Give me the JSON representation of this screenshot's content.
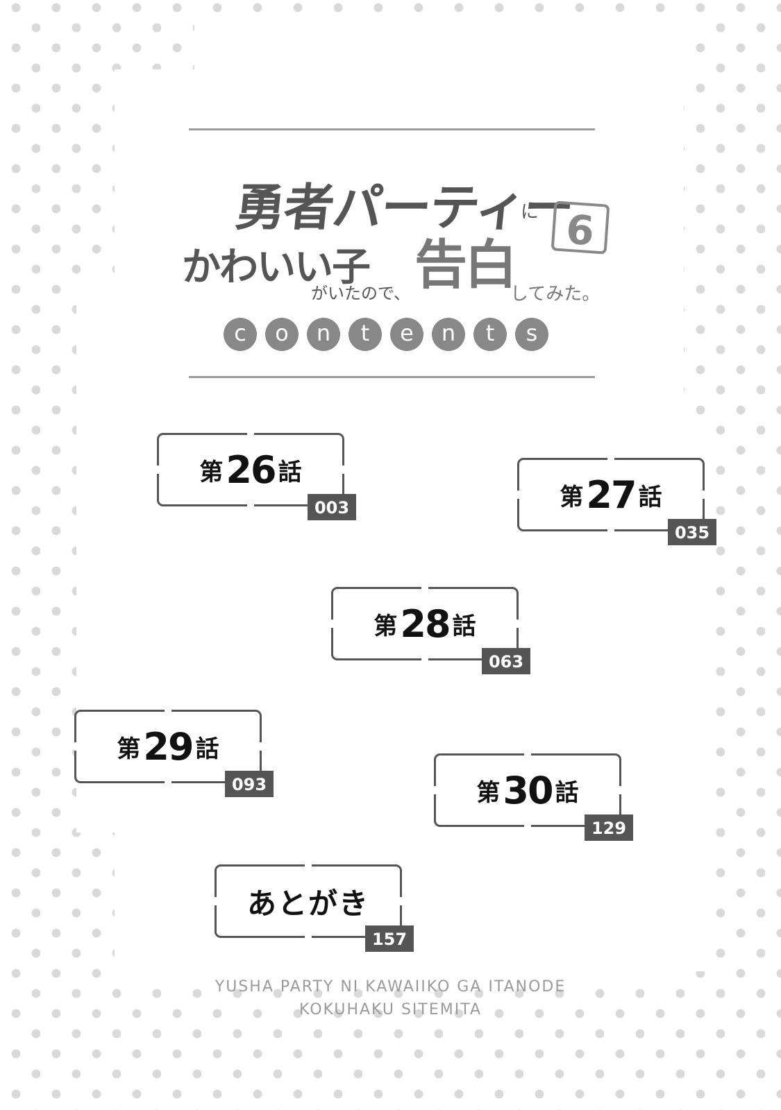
{
  "header": {
    "title_line1": "勇者パーティー",
    "title_line1_particle": "に",
    "title_line2": "かわいい子",
    "title_line2_small": "がいたので、",
    "title_kokuhaku": "告白",
    "title_end": "してみた。",
    "volume": "6",
    "contents_letters": [
      "c",
      "o",
      "n",
      "t",
      "e",
      "n",
      "t",
      "s"
    ]
  },
  "entries": [
    {
      "prefix": "第",
      "number": "26",
      "suffix": "話",
      "page": "003"
    },
    {
      "prefix": "第",
      "number": "27",
      "suffix": "話",
      "page": "035"
    },
    {
      "prefix": "第",
      "number": "28",
      "suffix": "話",
      "page": "063"
    },
    {
      "prefix": "第",
      "number": "29",
      "suffix": "話",
      "page": "093"
    },
    {
      "prefix": "第",
      "number": "30",
      "suffix": "話",
      "page": "129"
    },
    {
      "label": "あとがき",
      "page": "157"
    }
  ],
  "footer": {
    "romaji_line1": "YUSHA PARTY NI KAWAIIKO GA ITANODE",
    "romaji_line2": "KOKUHAKU SITEMITA"
  },
  "colors": {
    "dots": "#d9d9d9",
    "frame": "#555555",
    "title_dark": "#555555",
    "title_light": "#888888"
  }
}
